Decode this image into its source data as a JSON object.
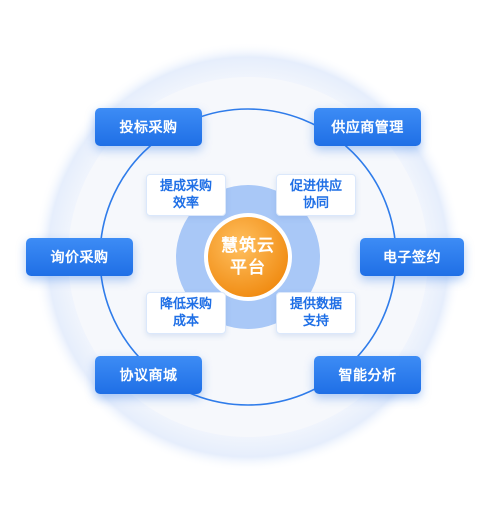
{
  "center": {
    "line1": "慧筑云",
    "line2": "平台"
  },
  "outer_nodes": {
    "bidding": "投标采购",
    "supplier": "供应商管理",
    "inquiry": "询价采购",
    "esign": "电子签约",
    "mall": "协议商城",
    "analytics": "智能分析"
  },
  "inner_cards": {
    "efficiency": {
      "line1": "提成采购",
      "line2": "效率"
    },
    "collab": {
      "line1": "促进供应",
      "line2": "协同"
    },
    "cost": {
      "line1": "降低采购",
      "line2": "成本"
    },
    "data": {
      "line1": "提供数据",
      "line2": "支持"
    }
  },
  "colors": {
    "accent": "#1f6fe6",
    "center_orange": "#f39a1e",
    "ring_light": "#a9c8f7"
  }
}
